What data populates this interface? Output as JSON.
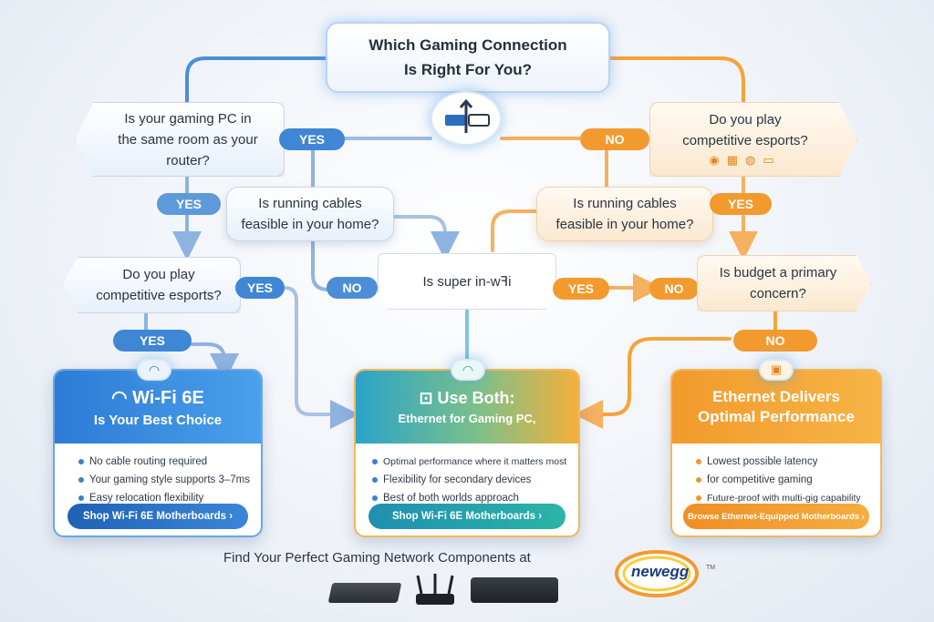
{
  "title": {
    "line1": "Which Gaming Connection",
    "line2": "Is Right For You?"
  },
  "questions": {
    "q_same_room": {
      "line1": "Is your gaming PC in",
      "line2": "the same room as your",
      "line3": "router?"
    },
    "q_cables_left": {
      "line1": "Is running cables",
      "line2": "feasible in your home?"
    },
    "q_esports_left": {
      "line1": "Do you play",
      "line2": "competitive esports?"
    },
    "q_super_wifi": {
      "line1": "Is super in-wꟻi"
    },
    "q_esports_right": {
      "line1": "Do you play",
      "line2": "competitive esports?"
    },
    "q_cables_right": {
      "line1": "Is running cables",
      "line2": "feasible in your home?"
    },
    "q_budget": {
      "line1": "Is budget a primary",
      "line2": "concern?"
    }
  },
  "labels": {
    "yes_top_left": "YES",
    "yes_mid_left": "YES",
    "yes_esports_left": "YES",
    "yes_under_esports": "YES",
    "no_cables_left": "NO",
    "no_top_right": "NO",
    "yes_right": "YES",
    "yes_center": "YES",
    "no_center_right": "NO",
    "no_budget": "NO"
  },
  "cards": {
    "wifi": {
      "title": "Wi-Fi 6E",
      "subtitle": "Is Your Best Choice",
      "items": [
        "No cable routing required",
        "Your gaming style supports 3–7ms",
        "Easy relocation flexibility"
      ],
      "button": "Shop Wi-Fi 6E Motherboards ›"
    },
    "both": {
      "title": "Use Both:",
      "subtitle": "Ethernet for Gaming PC,",
      "items": [
        "Optimal performance where it matters most",
        "Flexibility for secondary devices",
        "Best of both worlds approach"
      ],
      "button": "Shop Wi-Fi 6E Motherboards ›"
    },
    "ethernet": {
      "title": "Ethernet Delivers",
      "subtitle": "Optimal Performance",
      "items": [
        "Lowest possible latency",
        "for competitive gaming",
        "Future-proof with multi-gig capability"
      ],
      "button": "Browse Ethernet-Equipped Motherboards ›"
    }
  },
  "footer": {
    "text": "Find Your Perfect Gaming Network Components at",
    "brand": "newegg",
    "trademark": "TM"
  },
  "colors": {
    "blue": "#3f86d4",
    "orange": "#f39a2e",
    "teal": "#2aa7a5"
  }
}
